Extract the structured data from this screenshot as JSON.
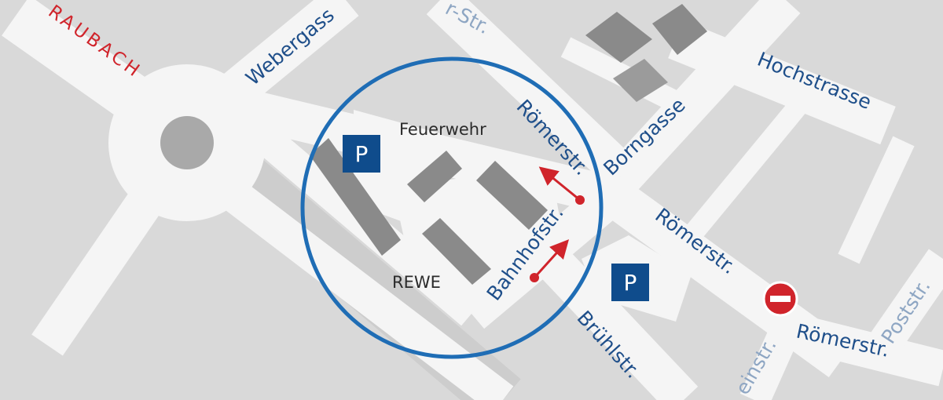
{
  "map": {
    "town": {
      "name": "RAUBACH",
      "color": "#d0242b"
    },
    "streets": [
      {
        "id": "webergasse",
        "label": "Webergass"
      },
      {
        "id": "top-str",
        "label": "r-Str."
      },
      {
        "id": "hochstrasse",
        "label": "Hochstrasse"
      },
      {
        "id": "roemerstr-1",
        "label": "Römerstr."
      },
      {
        "id": "borngasse",
        "label": "Borngasse"
      },
      {
        "id": "bahnhofstr",
        "label": "Bahnhofstr."
      },
      {
        "id": "roemerstr-2",
        "label": "Römerstr."
      },
      {
        "id": "bruehlstr",
        "label": "Brühlstr."
      },
      {
        "id": "roemerstr-3",
        "label": "Römerstr."
      },
      {
        "id": "poststr",
        "label": "Poststr."
      },
      {
        "id": "steinstr",
        "label": "einstr."
      }
    ],
    "pois": [
      {
        "id": "feuerwehr",
        "label": "Feuerwehr"
      },
      {
        "id": "rewe",
        "label": "REWE"
      }
    ],
    "parking": [
      {
        "id": "parking-1",
        "label": "P"
      },
      {
        "id": "parking-2",
        "label": "P"
      }
    ],
    "colors": {
      "background": "#d9d9d9",
      "road": "#f5f5f5",
      "building": "#8a8a8a",
      "highlight_circle": "#1f6db5",
      "parking_sign": "#0f4c8c",
      "direction_arrow": "#d0242b",
      "no_entry_sign": "#d0242b"
    },
    "icons": [
      "parking-icon",
      "no-entry-icon",
      "direction-arrow-icon",
      "roundabout-icon"
    ]
  }
}
